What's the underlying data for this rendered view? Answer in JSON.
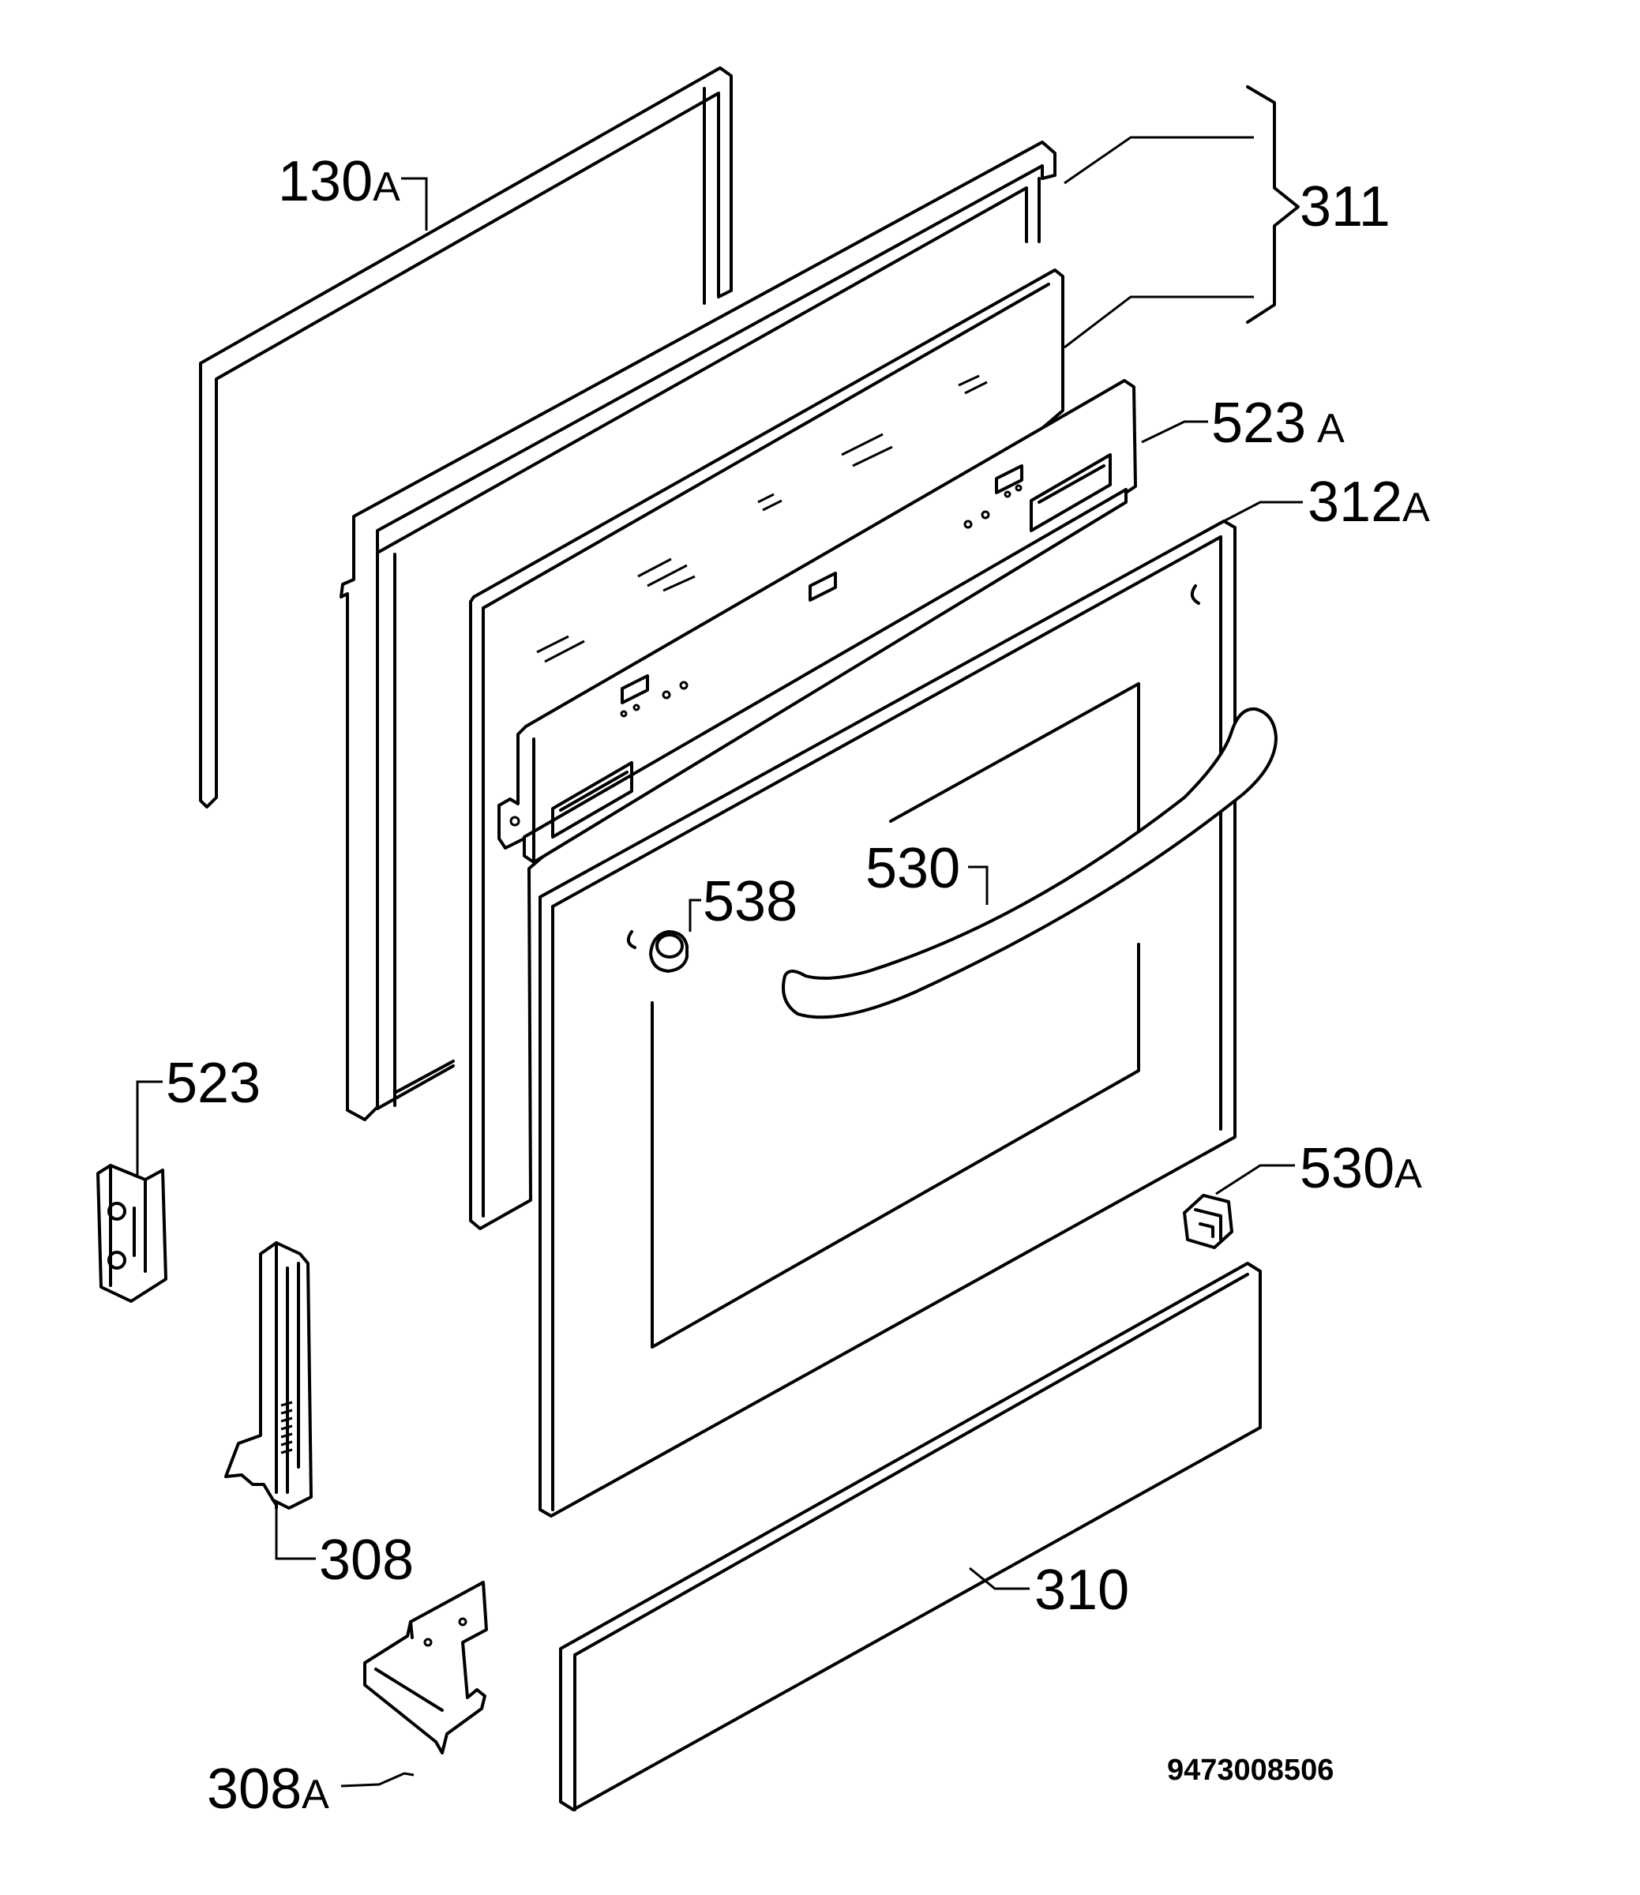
{
  "labels": {
    "gasket": {
      "num": "130",
      "suf": "A"
    },
    "door_glass_set": {
      "num": "311",
      "suf": ""
    },
    "glass_frame": {
      "num": "523",
      "suf": "A"
    },
    "outer_door_panel": {
      "num": "312",
      "suf": "A"
    },
    "door_handle": {
      "num": "530",
      "suf": ""
    },
    "handle_screw": {
      "num": "538",
      "suf": ""
    },
    "hinge_plate": {
      "num": "523",
      "suf": ""
    },
    "door_hinge": {
      "num": "308",
      "suf": ""
    },
    "hinge_bracket": {
      "num": "308",
      "suf": "A"
    },
    "door_bottom_trim": {
      "num": "310",
      "suf": ""
    },
    "handle_end_cap": {
      "num": "530",
      "suf": "A"
    }
  },
  "document_id": "9473008506"
}
